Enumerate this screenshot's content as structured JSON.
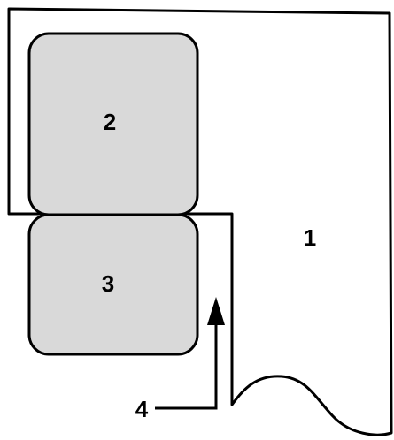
{
  "diagram": {
    "labels": {
      "part_1": "1",
      "part_2": "2",
      "part_3": "3",
      "part_4": "4"
    },
    "colors": {
      "outline": "#000000",
      "pad_fill": "#d9d9d9",
      "background": "#ffffff"
    }
  }
}
